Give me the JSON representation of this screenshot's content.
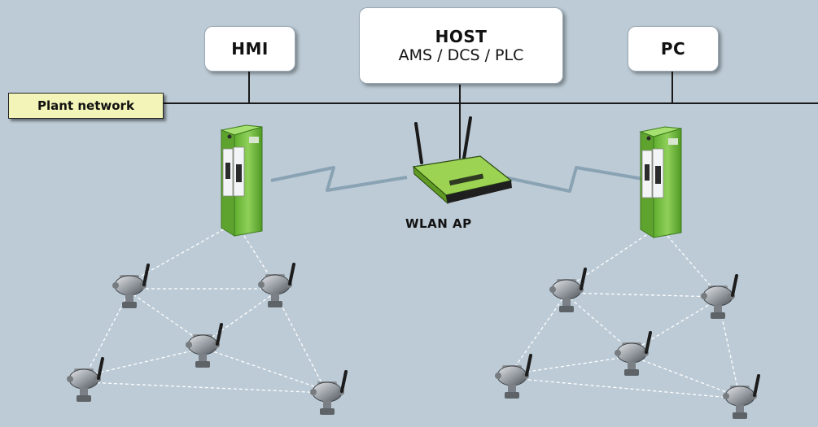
{
  "host": {
    "title": "HOST",
    "subtitle": "AMS / DCS / PLC"
  },
  "hmi": {
    "label": "HMI"
  },
  "pc": {
    "label": "PC"
  },
  "network": {
    "label": "Plant network"
  },
  "access_point": {
    "label": "WLAN AP"
  },
  "colors": {
    "background": "#bccbd6",
    "gateway_green": "#7cc443",
    "ap_green": "#86c23c",
    "link_blue": "#8aa3b4",
    "network_label_bg": "#f3f5b8"
  },
  "icons": {
    "gateway": "wireless-gateway-icon",
    "access_point": "wlan-router-icon",
    "transmitter": "wireless-transmitter-icon"
  }
}
